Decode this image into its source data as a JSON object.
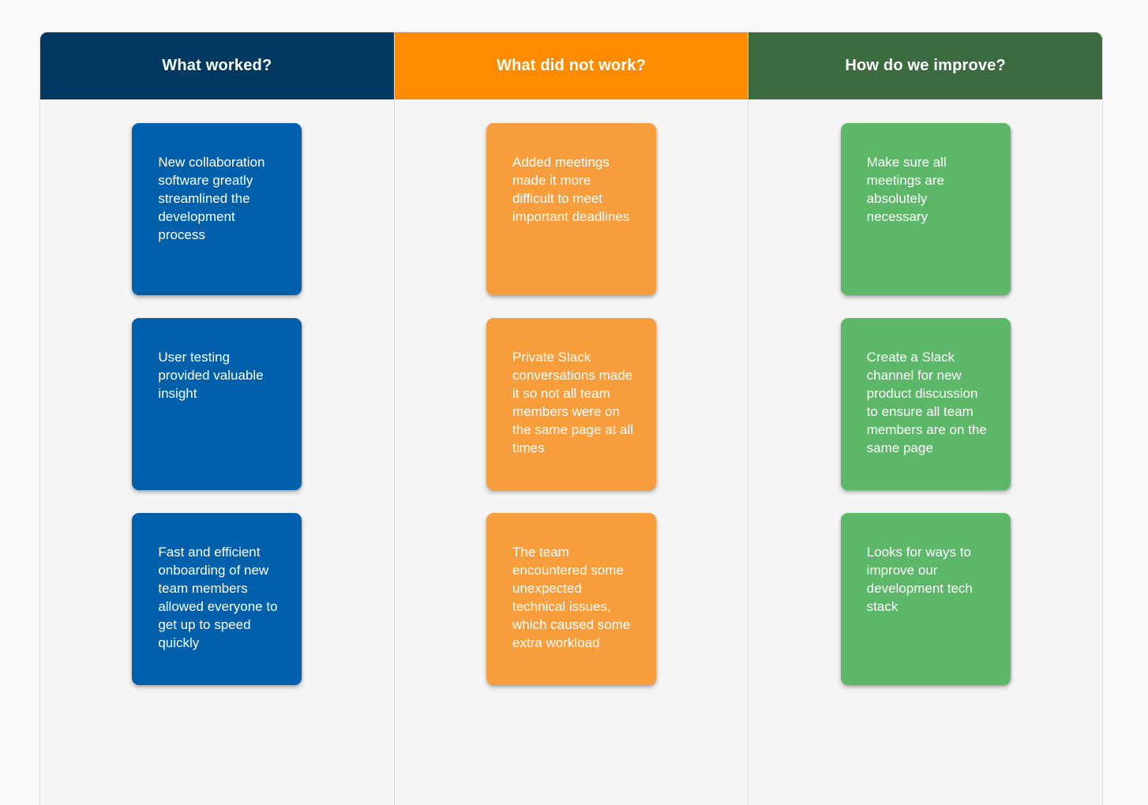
{
  "board": {
    "columns": [
      {
        "id": "what-worked",
        "header": "What worked?",
        "header_color": "#003a62",
        "card_color": "#0060ac",
        "cards": [
          "New collaboration software greatly streamlined the development process",
          "User testing provided valuable insight",
          "Fast and efficient onboarding of new team members allowed everyone to get up to speed quickly"
        ]
      },
      {
        "id": "what-did-not-work",
        "header": "What did not work?",
        "header_color": "#ff8b00",
        "card_color": "#f89d3b",
        "cards": [
          "Added meetings made it more difficult to meet important deadlines",
          "Private Slack conversations made it so not all team members were on the same page at all times",
          "The team encountered some unexpected technical issues, which caused some extra workload"
        ]
      },
      {
        "id": "how-do-we-improve",
        "header": "How do we improve?",
        "header_color": "#3b6b3e",
        "card_color": "#5cb768",
        "cards": [
          "Make sure all meetings are absolutely necessary",
          "Create a Slack channel for new product discussion to ensure all team members are on the same page",
          "Looks for ways to improve our development tech stack"
        ]
      }
    ],
    "background_color": "#f5f5f6"
  }
}
